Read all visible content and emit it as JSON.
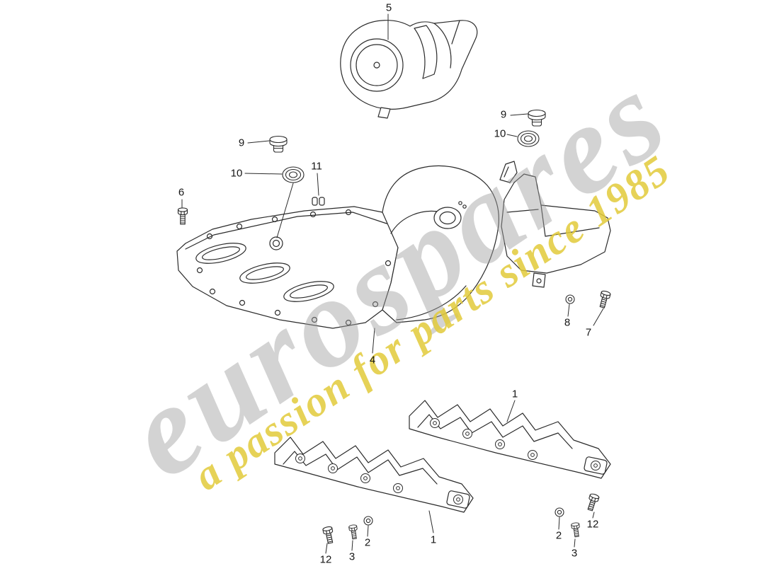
{
  "watermark": {
    "brand": "eurospares",
    "tagline": "a passion for parts since 1985"
  },
  "callouts": [
    {
      "part": "speaker-housing",
      "label": "5"
    },
    {
      "part": "sealing-plug-left",
      "label": "9"
    },
    {
      "part": "grommet-left",
      "label": "10"
    },
    {
      "part": "clip",
      "label": "11"
    },
    {
      "part": "screw-left",
      "label": "6"
    },
    {
      "part": "sealing-plug-right",
      "label": "9"
    },
    {
      "part": "grommet-right",
      "label": "10"
    },
    {
      "part": "underside-cover",
      "label": "4"
    },
    {
      "part": "washer-right",
      "label": "8"
    },
    {
      "part": "bolt-right",
      "label": "7"
    },
    {
      "part": "tread-plate-upper",
      "label": "1"
    },
    {
      "part": "tread-plate-lower",
      "label": "1"
    },
    {
      "part": "bolt-bottom-left",
      "label": "12"
    },
    {
      "part": "screw-bottom-left",
      "label": "3"
    },
    {
      "part": "washer-bottom-left",
      "label": "2"
    },
    {
      "part": "washer-bottom-right",
      "label": "2"
    },
    {
      "part": "screw-bottom-right",
      "label": "3"
    },
    {
      "part": "bolt-bottom-right",
      "label": "12"
    }
  ]
}
